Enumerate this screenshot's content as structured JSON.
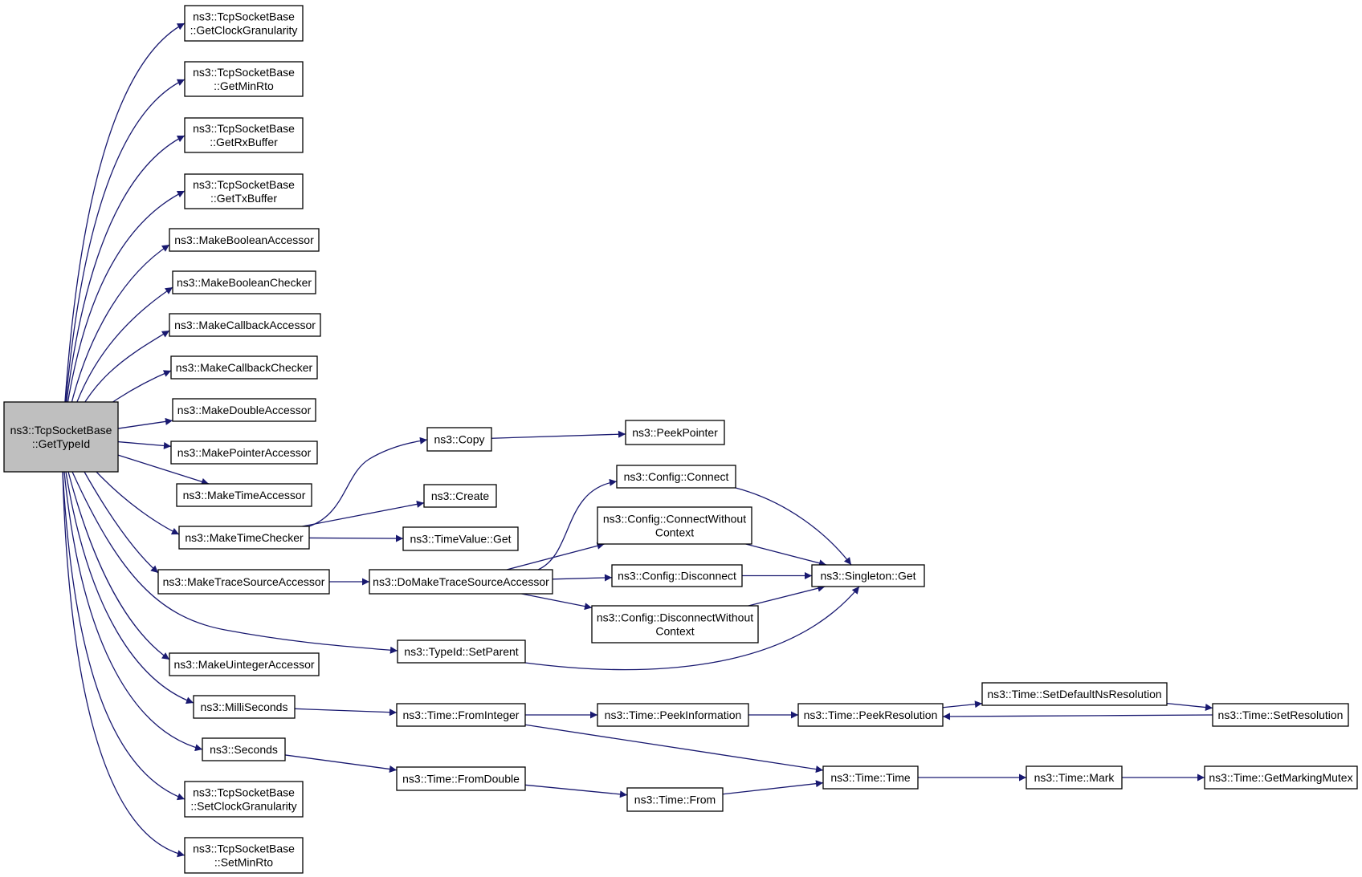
{
  "colors": {
    "edge": "#191970",
    "root_fill": "#bfbfbf",
    "node_fill": "#ffffff",
    "border": "#000000"
  },
  "root": "ns3::TcpSocketBase::GetTypeId",
  "nodes": [
    {
      "id": "root",
      "lines": [
        "ns3::TcpSocketBase",
        "::GetTypeId"
      ]
    },
    {
      "id": "getclockgranularity",
      "lines": [
        "ns3::TcpSocketBase",
        "::GetClockGranularity"
      ]
    },
    {
      "id": "getminrto",
      "lines": [
        "ns3::TcpSocketBase",
        "::GetMinRto"
      ]
    },
    {
      "id": "getrxbuffer",
      "lines": [
        "ns3::TcpSocketBase",
        "::GetRxBuffer"
      ]
    },
    {
      "id": "gettxbuffer",
      "lines": [
        "ns3::TcpSocketBase",
        "::GetTxBuffer"
      ]
    },
    {
      "id": "makebooleanaccessor",
      "lines": [
        "ns3::MakeBooleanAccessor"
      ]
    },
    {
      "id": "makebooleanchecker",
      "lines": [
        "ns3::MakeBooleanChecker"
      ]
    },
    {
      "id": "makecallbackaccessor",
      "lines": [
        "ns3::MakeCallbackAccessor"
      ]
    },
    {
      "id": "makecallbackchecker",
      "lines": [
        "ns3::MakeCallbackChecker"
      ]
    },
    {
      "id": "makedoubleaccessor",
      "lines": [
        "ns3::MakeDoubleAccessor"
      ]
    },
    {
      "id": "makepointeraccessor",
      "lines": [
        "ns3::MakePointerAccessor"
      ]
    },
    {
      "id": "maketimeaccessor",
      "lines": [
        "ns3::MakeTimeAccessor"
      ]
    },
    {
      "id": "maketimechecker",
      "lines": [
        "ns3::MakeTimeChecker"
      ]
    },
    {
      "id": "maketracesourceaccessor",
      "lines": [
        "ns3::MakeTraceSourceAccessor"
      ]
    },
    {
      "id": "makeuintegeraccessor",
      "lines": [
        "ns3::MakeUintegerAccessor"
      ]
    },
    {
      "id": "milliseconds",
      "lines": [
        "ns3::MilliSeconds"
      ]
    },
    {
      "id": "seconds",
      "lines": [
        "ns3::Seconds"
      ]
    },
    {
      "id": "setclockgranularity",
      "lines": [
        "ns3::TcpSocketBase",
        "::SetClockGranularity"
      ]
    },
    {
      "id": "setminrto",
      "lines": [
        "ns3::TcpSocketBase",
        "::SetMinRto"
      ]
    },
    {
      "id": "copy",
      "lines": [
        "ns3::Copy"
      ]
    },
    {
      "id": "peekpointer",
      "lines": [
        "ns3::PeekPointer"
      ]
    },
    {
      "id": "create",
      "lines": [
        "ns3::Create"
      ]
    },
    {
      "id": "timevalueget",
      "lines": [
        "ns3::TimeValue::Get"
      ]
    },
    {
      "id": "domaketracesourceaccessor",
      "lines": [
        "ns3::DoMakeTraceSourceAccessor"
      ]
    },
    {
      "id": "configconnect",
      "lines": [
        "ns3::Config::Connect"
      ]
    },
    {
      "id": "configconnectwithoutcontext",
      "lines": [
        "ns3::Config::ConnectWithout",
        "Context"
      ]
    },
    {
      "id": "configdisconnect",
      "lines": [
        "ns3::Config::Disconnect"
      ]
    },
    {
      "id": "configdisconnectwithoutcontext",
      "lines": [
        "ns3::Config::DisconnectWithout",
        "Context"
      ]
    },
    {
      "id": "singletonget",
      "lines": [
        "ns3::Singleton::Get"
      ]
    },
    {
      "id": "typeidsetparent",
      "lines": [
        "ns3::TypeId::SetParent"
      ]
    },
    {
      "id": "timefrominteger",
      "lines": [
        "ns3::Time::FromInteger"
      ]
    },
    {
      "id": "timepeekinformation",
      "lines": [
        "ns3::Time::PeekInformation"
      ]
    },
    {
      "id": "timepeekresolution",
      "lines": [
        "ns3::Time::PeekResolution"
      ]
    },
    {
      "id": "timesetdefaultnsresolution",
      "lines": [
        "ns3::Time::SetDefaultNsResolution"
      ]
    },
    {
      "id": "timesetresolution",
      "lines": [
        "ns3::Time::SetResolution"
      ]
    },
    {
      "id": "timefromdouble",
      "lines": [
        "ns3::Time::FromDouble"
      ]
    },
    {
      "id": "timefrom",
      "lines": [
        "ns3::Time::From"
      ]
    },
    {
      "id": "timetime",
      "lines": [
        "ns3::Time::Time"
      ]
    },
    {
      "id": "timemark",
      "lines": [
        "ns3::Time::Mark"
      ]
    },
    {
      "id": "timegetmarkingmutex",
      "lines": [
        "ns3::Time::GetMarkingMutex"
      ]
    }
  ],
  "edges": [
    [
      "root",
      "getclockgranularity"
    ],
    [
      "root",
      "getminrto"
    ],
    [
      "root",
      "getrxbuffer"
    ],
    [
      "root",
      "gettxbuffer"
    ],
    [
      "root",
      "makebooleanaccessor"
    ],
    [
      "root",
      "makebooleanchecker"
    ],
    [
      "root",
      "makecallbackaccessor"
    ],
    [
      "root",
      "makecallbackchecker"
    ],
    [
      "root",
      "makedoubleaccessor"
    ],
    [
      "root",
      "makepointeraccessor"
    ],
    [
      "root",
      "maketimeaccessor"
    ],
    [
      "root",
      "maketimechecker"
    ],
    [
      "root",
      "maketracesourceaccessor"
    ],
    [
      "root",
      "typeidsetparent"
    ],
    [
      "root",
      "makeuintegeraccessor"
    ],
    [
      "root",
      "milliseconds"
    ],
    [
      "root",
      "seconds"
    ],
    [
      "root",
      "setclockgranularity"
    ],
    [
      "root",
      "setminrto"
    ],
    [
      "maketimechecker",
      "copy"
    ],
    [
      "maketimechecker",
      "create"
    ],
    [
      "maketimechecker",
      "timevalueget"
    ],
    [
      "copy",
      "peekpointer"
    ],
    [
      "maketracesourceaccessor",
      "domaketracesourceaccessor"
    ],
    [
      "domaketracesourceaccessor",
      "configconnect"
    ],
    [
      "domaketracesourceaccessor",
      "configconnectwithoutcontext"
    ],
    [
      "domaketracesourceaccessor",
      "configdisconnect"
    ],
    [
      "domaketracesourceaccessor",
      "configdisconnectwithoutcontext"
    ],
    [
      "configconnect",
      "singletonget"
    ],
    [
      "configconnectwithoutcontext",
      "singletonget"
    ],
    [
      "configdisconnect",
      "singletonget"
    ],
    [
      "configdisconnectwithoutcontext",
      "singletonget"
    ],
    [
      "typeidsetparent",
      "singletonget"
    ],
    [
      "milliseconds",
      "timefrominteger"
    ],
    [
      "seconds",
      "timefromdouble"
    ],
    [
      "timefrominteger",
      "timepeekinformation"
    ],
    [
      "timefrominteger",
      "timetime"
    ],
    [
      "timepeekinformation",
      "timepeekresolution"
    ],
    [
      "timepeekresolution",
      "timesetdefaultnsresolution"
    ],
    [
      "timesetdefaultnsresolution",
      "timesetresolution"
    ],
    [
      "timesetresolution",
      "timepeekresolution"
    ],
    [
      "timefromdouble",
      "timefrom"
    ],
    [
      "timefrom",
      "timetime"
    ],
    [
      "timetime",
      "timemark"
    ],
    [
      "timemark",
      "timegetmarkingmutex"
    ]
  ]
}
